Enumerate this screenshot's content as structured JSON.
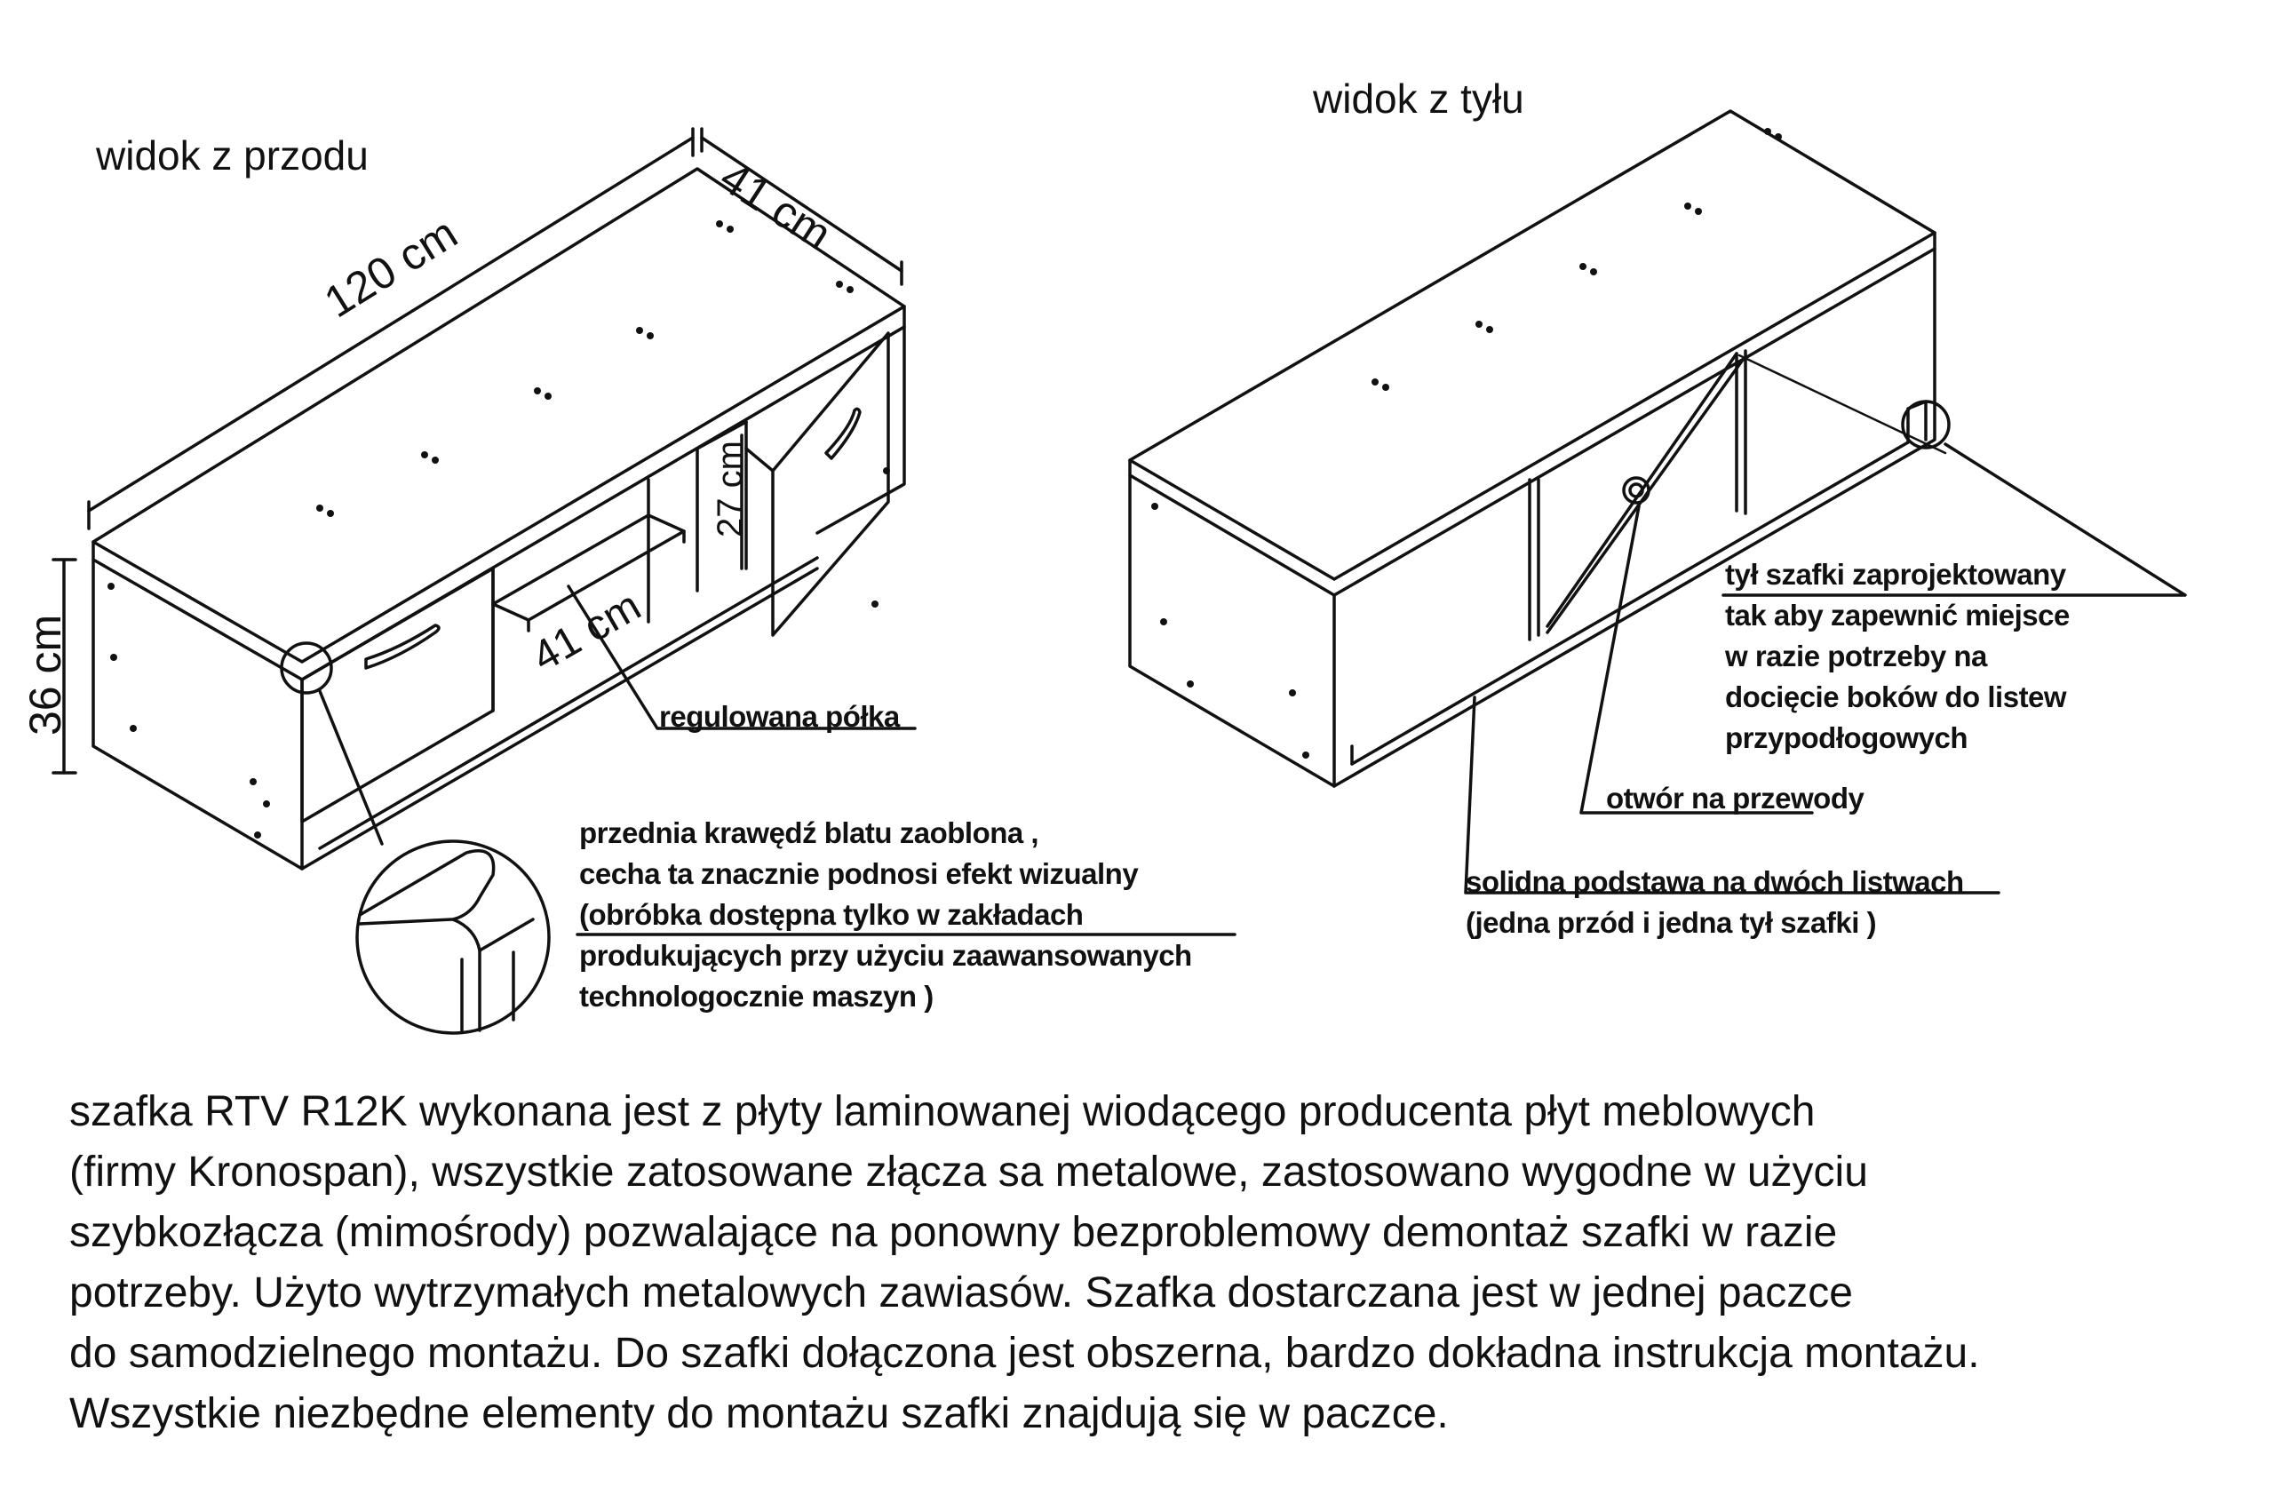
{
  "views": {
    "front_title": "widok z przodu",
    "back_title": "widok z tyłu"
  },
  "dimensions": {
    "width": "120 cm",
    "depth": "41 cm",
    "height": "36 cm",
    "shelf_depth": "41 cm",
    "shelf_height": "27 cm"
  },
  "notes": {
    "shelf": "regulowana półka",
    "edge": [
      "przednia krawędź blatu zaoblona ,",
      "cecha ta  znacznie podnosi efekt wizualny",
      "(obróbka dostępna tylko w zakładach",
      "produkujących przy użyciu zaawansowanych",
      "technologocznie maszyn )"
    ],
    "back": [
      "tył szafki zaprojektowany",
      "tak aby zapewnić miejsce",
      "w razie potrzeby na",
      "docięcie boków do listew",
      "przypodłogowych"
    ],
    "cable_hole": "otwór na przewody",
    "base": [
      "solidna podstawa na dwóch listwach",
      "(jedna przód  i jedna tył szafki )"
    ]
  },
  "description": [
    "szafka RTV  R12K wykonana jest z płyty laminowanej wiodącego producenta płyt meblowych",
    "(firmy Kronospan), wszystkie zatosowane złącza sa metalowe, zastosowano wygodne w użyciu",
    "szybkozłącza (mimośrody) pozwalające na ponowny bezproblemowy demontaż szafki w razie",
    "potrzeby.  Użyto wytrzymałych metalowych zawiasów. Szafka dostarczana jest w jednej paczce",
    "do samodzielnego montażu. Do szafki dołączona jest obszerna, bardzo dokładna instrukcja montażu.",
    "Wszystkie niezbędne elementy do montażu szafki znajdują się w paczce."
  ]
}
